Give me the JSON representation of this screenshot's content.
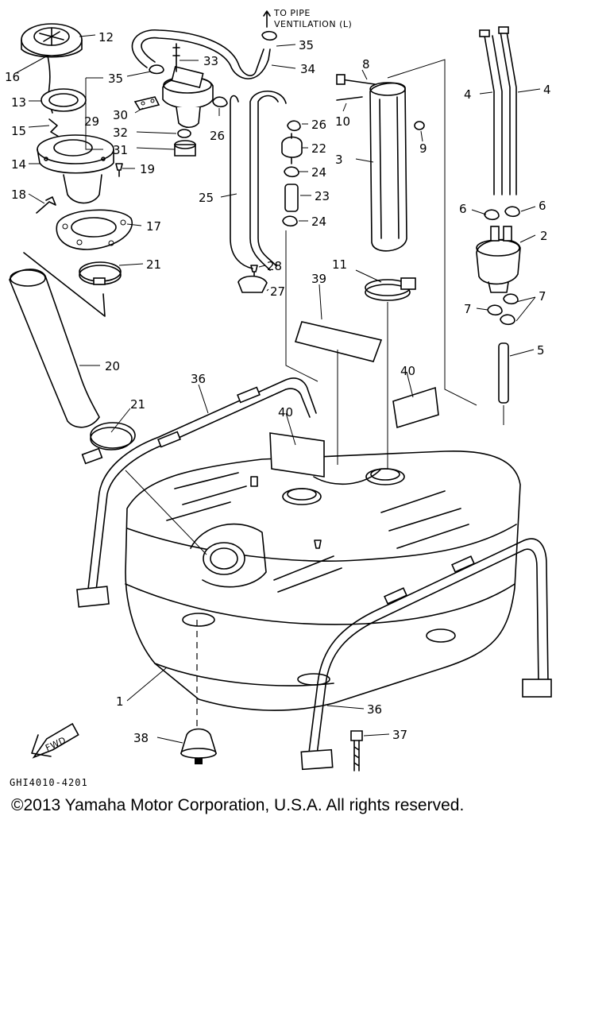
{
  "top_note": {
    "line1": "TO PIPE",
    "line2": "VENTILATION (L)"
  },
  "fwd_label": "FWD",
  "drawing_code": "GHI4010-4201",
  "copyright": "©2013 Yamaha Motor Corporation, U.S.A. All rights reserved.",
  "parts": {
    "p1": "1",
    "p2": "2",
    "p3": "3",
    "p4a": "4",
    "p4b": "4",
    "p5": "5",
    "p6a": "6",
    "p6b": "6",
    "p7a": "7",
    "p7b": "7",
    "p8": "8",
    "p9": "9",
    "p10": "10",
    "p11": "11",
    "p12": "12",
    "p13": "13",
    "p14": "14",
    "p15": "15",
    "p16": "16",
    "p17": "17",
    "p18": "18",
    "p19": "19",
    "p20": "20",
    "p21a": "21",
    "p21b": "21",
    "p22": "22",
    "p23": "23",
    "p24a": "24",
    "p24b": "24",
    "p25": "25",
    "p26a": "26",
    "p26b": "26",
    "p27": "27",
    "p28": "28",
    "p29": "29",
    "p30": "30",
    "p31": "31",
    "p32": "32",
    "p33": "33",
    "p34": "34",
    "p35a": "35",
    "p35b": "35",
    "p36a": "36",
    "p36b": "36",
    "p37": "37",
    "p38": "38",
    "p39": "39",
    "p40a": "40",
    "p40b": "40"
  }
}
